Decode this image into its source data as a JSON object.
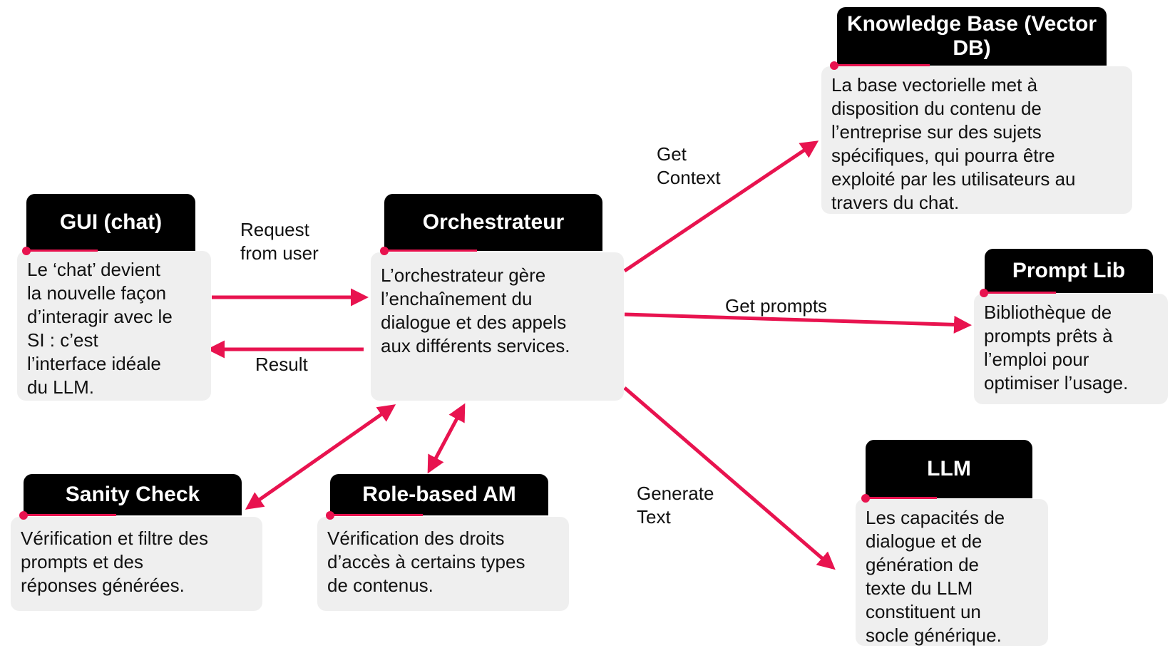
{
  "colors": {
    "accent": "#e8134f",
    "header_bg": "#000000",
    "body_bg": "#efefef"
  },
  "nodes": {
    "gui": {
      "title": "GUI (chat)",
      "body": "Le ‘chat’ devient\nla nouvelle façon\nd’interagir avec le\nSI : c’est\nl’interface idéale\ndu LLM."
    },
    "orchestrateur": {
      "title": "Orchestrateur",
      "body": "L’orchestrateur gère\nl’enchaînement du\ndialogue et des appels\naux différents services."
    },
    "knowledge_base": {
      "title": "Knowledge Base\n(Vector DB)",
      "body": "La base vectorielle met à\ndisposition du contenu de\nl’entreprise sur des sujets\nspécifiques, qui pourra être\nexploité par les utilisateurs au\ntravers du chat."
    },
    "prompt_lib": {
      "title": "Prompt Lib",
      "body": "Bibliothèque de\nprompts prêts à\nl’emploi pour\noptimiser l’usage."
    },
    "llm": {
      "title": "LLM",
      "body": "Les capacités de\ndialogue et de\ngénération de\ntexte du LLM\nconstituent un\nsocle générique."
    },
    "sanity_check": {
      "title": "Sanity Check",
      "body": "Vérification et filtre des\nprompts et des\nréponses générées."
    },
    "role_based_am": {
      "title": "Role-based AM",
      "body": "Vérification des droits\nd’accès à certains types\nde contenus."
    }
  },
  "edges": {
    "request": "Request\nfrom user",
    "result": "Result",
    "get_context": "Get\nContext",
    "get_prompts": "Get prompts",
    "generate_text": "Generate\nText"
  }
}
